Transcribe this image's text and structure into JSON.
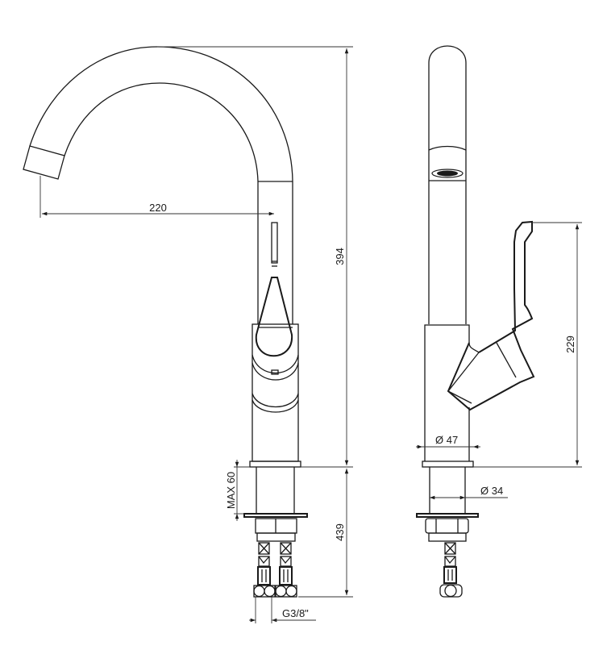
{
  "drawing": {
    "subject": "Kitchen mixer faucet technical drawing",
    "views": [
      "front-view",
      "side-view"
    ],
    "line_color": "#1a1a1a",
    "background": "#ffffff"
  },
  "front_view": {
    "dimensions": {
      "spout_reach": "220",
      "total_height": "394",
      "max_deck_thickness": "MAX 60",
      "below_deck_length": "439",
      "connection_thread": "G3/8\""
    }
  },
  "side_view": {
    "dimensions": {
      "lever_height": "229",
      "body_diameter": "Ø 47",
      "shank_diameter": "Ø 34"
    }
  }
}
